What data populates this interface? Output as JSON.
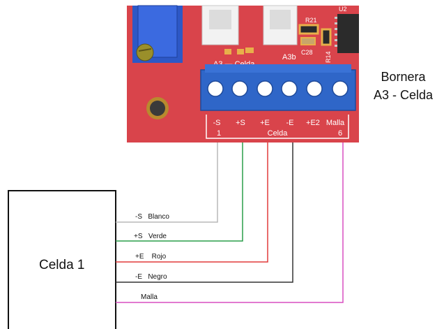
{
  "board": {
    "silkscreen": {
      "connector_label": "A3 — Celda",
      "a3b": "A3b",
      "r21": "R21",
      "c28": "C28",
      "r14": "R14",
      "u2": "U2"
    },
    "terminal_header": {
      "pins": [
        "-S",
        "+S",
        "+E",
        "-E",
        "+E2",
        "Malla"
      ],
      "first_index": "1",
      "group_label": "Celda",
      "last_index": "6"
    }
  },
  "terminal_block_title": {
    "line1": "Bornera",
    "line2": "A3 - Celda"
  },
  "load_cell": {
    "label": "Celda 1"
  },
  "wires": [
    {
      "label": "-S   Blanco",
      "color": "#b8b8b8"
    },
    {
      "label": "+S   Verde",
      "color": "#2a9d4a"
    },
    {
      "label": "+E    Rojo",
      "color": "#e23a3a"
    },
    {
      "label": "-E   Negro",
      "color": "#333333"
    },
    {
      "label": "Malla",
      "color": "#d94fc0"
    }
  ],
  "colors": {
    "pcb": "#d9444b",
    "terminal_block": "#2f66c8",
    "connector": "#f0f0f0"
  }
}
